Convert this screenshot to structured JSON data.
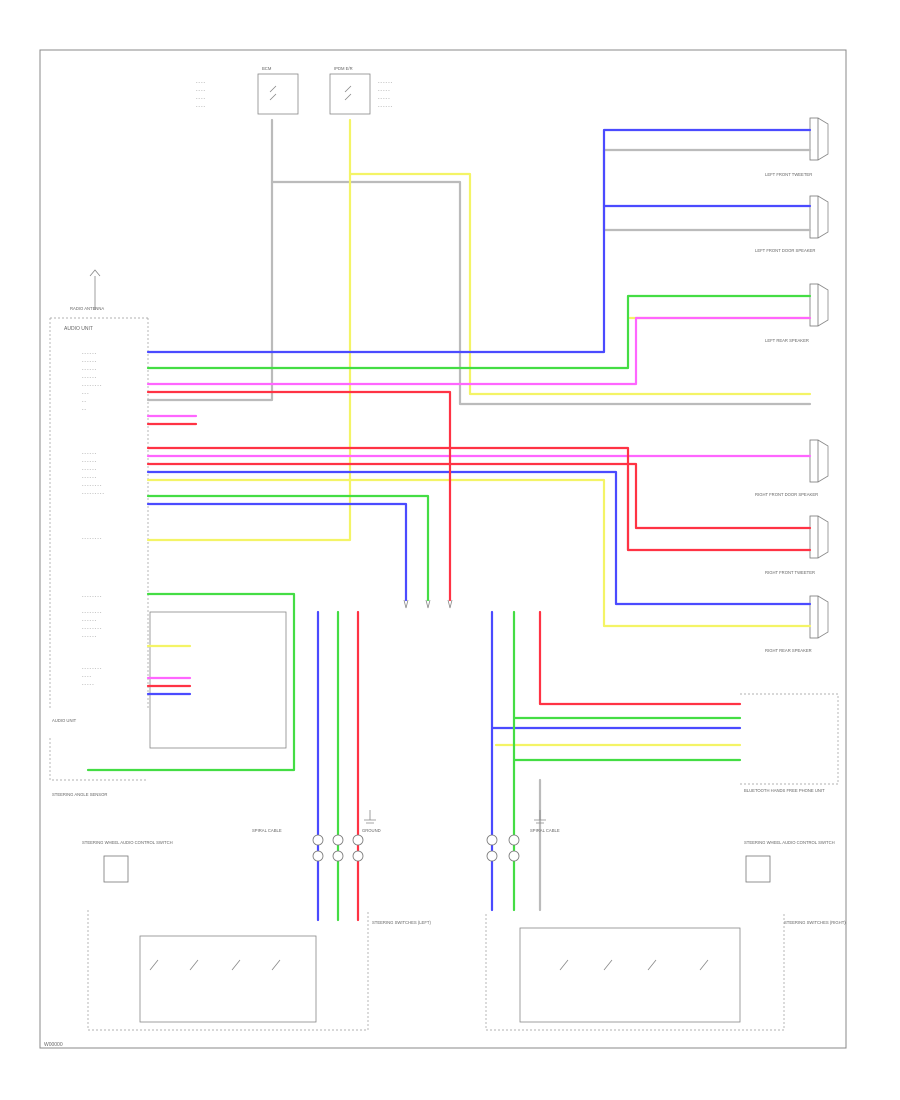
{
  "footer_code": "W00000",
  "colors": {
    "blue": "#4b4bff",
    "green": "#44dd44",
    "pink": "#ff66ff",
    "red": "#ff3344",
    "yellow": "#f4f466",
    "gray": "#bbbbbb",
    "frame": "#888888"
  },
  "labels": {
    "top_left_module": "BCM",
    "top_right_module": "IPDM E/R",
    "front_left_tweeter": "LEFT FRONT TWEETER",
    "front_left_door_speaker": "LEFT FRONT DOOR SPEAKER",
    "left_rear_speaker": "LEFT REAR SPEAKER",
    "right_front_door_speaker": "RIGHT FRONT DOOR SPEAKER",
    "right_front_tweeter": "RIGHT FRONT TWEETER",
    "right_rear_speaker": "RIGHT REAR SPEAKER",
    "audio_unit": "AUDIO UNIT",
    "radio_antenna": "RADIO ANTENNA",
    "steering_angle_sensor": "STEERING ANGLE SENSOR",
    "left_switch": "STEERING SWITCHES (LEFT)",
    "right_switch": "STEERING SWITCHES (RIGHT)",
    "left_switch_sub": "STEERING WHEEL AUDIO CONTROL SWITCH",
    "right_switch_sub": "STEERING WHEEL AUDIO CONTROL SWITCH",
    "spiral_cable_left": "SPIRAL CABLE",
    "spiral_cable_right": "SPIRAL CABLE",
    "bluetooth_module": "BLUETOOTH HANDS FREE PHONE UNIT",
    "ground": "GROUND"
  }
}
